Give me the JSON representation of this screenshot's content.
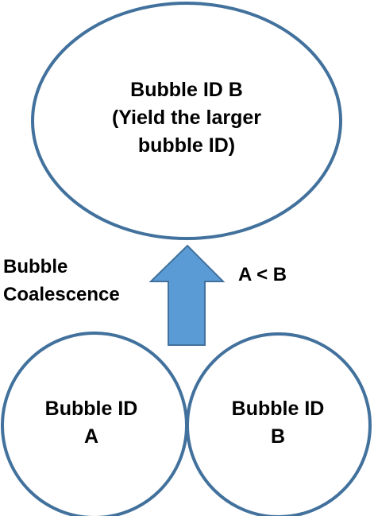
{
  "colors": {
    "circle_stroke": "#41719c",
    "circle_fill": "#ffffff",
    "arrow_fill": "#5b9bd5",
    "arrow_stroke": "#41719c",
    "text": "#000000"
  },
  "top_bubble": {
    "line1": "Bubble ID B",
    "line2": "(Yield the larger",
    "line3": "bubble ID)"
  },
  "bottom_left_bubble": {
    "line1": "Bubble ID",
    "line2": "A"
  },
  "bottom_right_bubble": {
    "line1": "Bubble ID",
    "line2": "B"
  },
  "process_label": {
    "line1": "Bubble",
    "line2": "Coalescence"
  },
  "condition_label": "A < B",
  "arrow_icon": "up-arrow-icon"
}
